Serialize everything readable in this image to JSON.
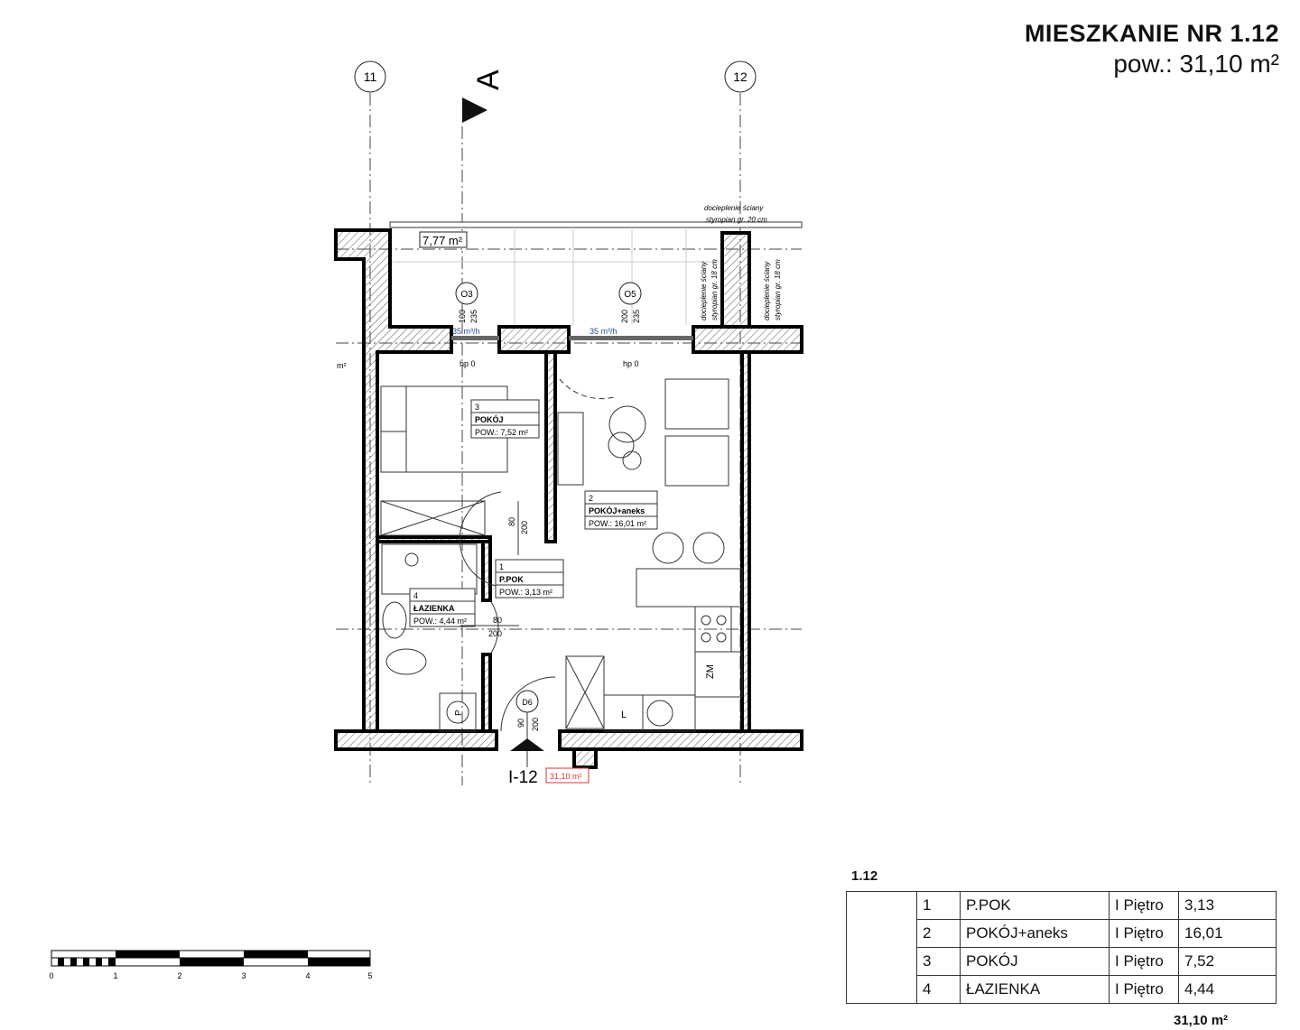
{
  "header": {
    "title": "MIESZKANIE NR 1.12",
    "area": "pow.: 31,10 m²"
  },
  "axes": [
    {
      "label": "11"
    },
    {
      "label": "12"
    }
  ],
  "section": {
    "label": "A",
    "bottom_label": "I-12"
  },
  "balcony": {
    "area": "7,77 m²"
  },
  "notes": {
    "insulation_top_1": "docieplenie ściany",
    "insulation_top_2": "styropian gr. 20 cm",
    "insulation_side_1": "docieplenie ściany",
    "insulation_side_2": "styropian gr. 18 cm",
    "left_fragment": "m²"
  },
  "windows": [
    {
      "tag": "O3",
      "w": "100",
      "h": "235",
      "airflow": "35 m³/h",
      "sill": "hp 0"
    },
    {
      "tag": "O5",
      "w": "200",
      "h": "235",
      "airflow": "35 m³/h",
      "sill": "hp 0"
    }
  ],
  "doors": [
    {
      "w": "80",
      "h": "200"
    },
    {
      "w": "80",
      "h": "200"
    },
    {
      "tag": "D6",
      "w": "90",
      "h": "200"
    }
  ],
  "rooms": [
    {
      "no": "3",
      "name": "POKÓJ",
      "area": "POW.: 7,52 m²"
    },
    {
      "no": "2",
      "name": "POKÓJ+aneks",
      "area": "POW.: 16,01 m²"
    },
    {
      "no": "1",
      "name": "P.POK",
      "area": "POW.: 3,13 m²"
    },
    {
      "no": "4",
      "name": "ŁAZIENKA",
      "area": "POW.: 4,44 m²"
    }
  ],
  "fixtures": {
    "fridge": "ZM",
    "wardrobe": "L",
    "washer": "P"
  },
  "plan_total": "31,10 m²",
  "scale": {
    "ticks": [
      "0",
      "1",
      "2",
      "3",
      "4",
      "5"
    ]
  },
  "summary": {
    "label": "1.12",
    "rows": [
      {
        "no": "1",
        "name": "P.POK",
        "floor": "I Piętro",
        "area": "3,13"
      },
      {
        "no": "2",
        "name": "POKÓJ+aneks",
        "floor": "I Piętro",
        "area": "16,01"
      },
      {
        "no": "3",
        "name": "POKÓJ",
        "floor": "I Piętro",
        "area": "7,52"
      },
      {
        "no": "4",
        "name": "ŁAZIENKA",
        "floor": "I Piętro",
        "area": "4,44"
      }
    ],
    "total": "31,10 m²"
  }
}
